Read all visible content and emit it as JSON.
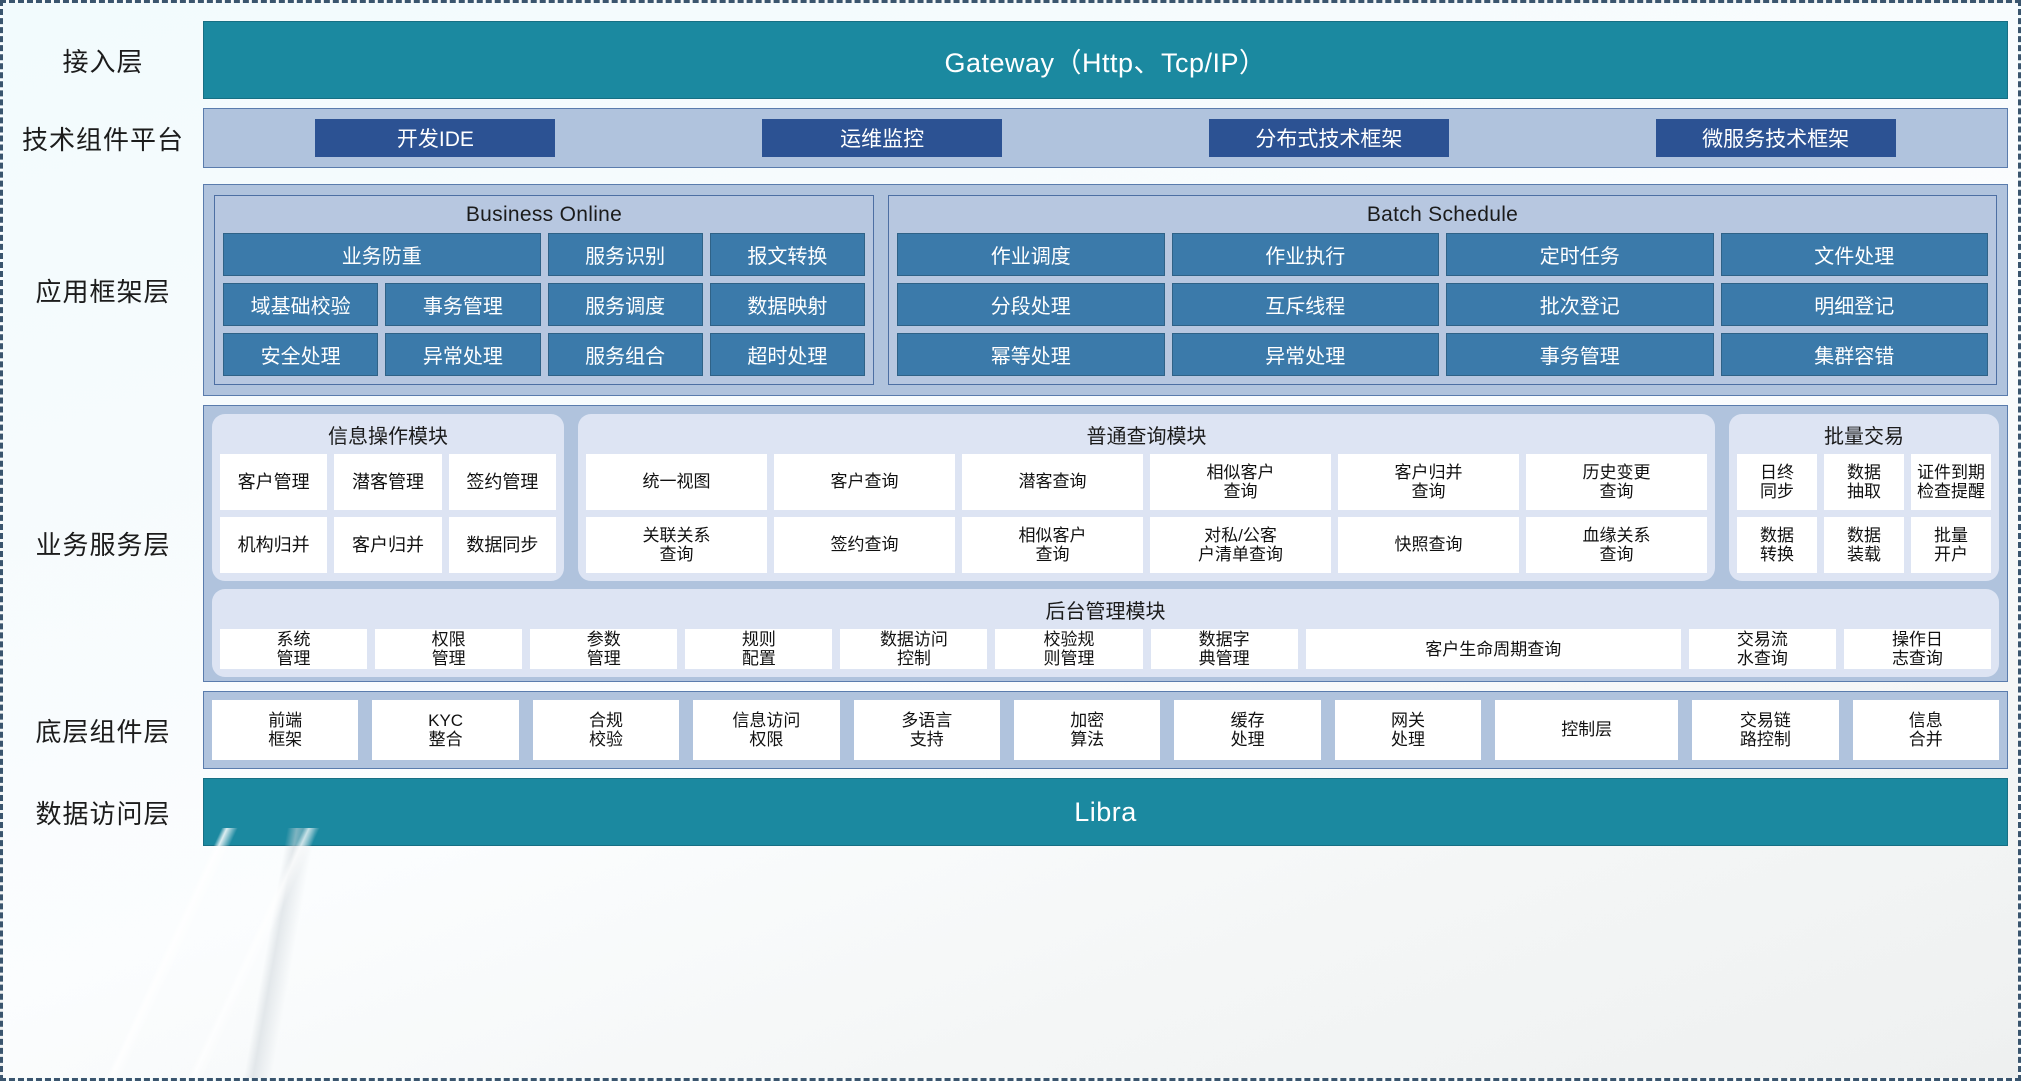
{
  "colors": {
    "teal": "#1b89a0",
    "navy": "#2c5293",
    "band_blue": "#b0c3dd",
    "steel": "#3b7aaa",
    "module_bg": "#dde4f3",
    "box_white": "#ffffff"
  },
  "layers": {
    "access": {
      "label": "接入层",
      "bar": "Gateway（Http、Tcp/IP）"
    },
    "tech_platform": {
      "label": "技术组件平台",
      "items": [
        "开发IDE",
        "运维监控",
        "分布式技术框架",
        "微服务技术框架"
      ]
    },
    "app_framework": {
      "label": "应用框架层",
      "groups": [
        {
          "title": "Business Online",
          "cells": [
            {
              "label": "业务防重",
              "span": 2
            },
            {
              "label": "服务识别",
              "span": 1
            },
            {
              "label": "报文转换",
              "span": 1
            },
            {
              "label": "域基础校验",
              "span": 1
            },
            {
              "label": "事务管理",
              "span": 1
            },
            {
              "label": "服务调度",
              "span": 1
            },
            {
              "label": "数据映射",
              "span": 1
            },
            {
              "label": "安全处理",
              "span": 1
            },
            {
              "label": "异常处理",
              "span": 1
            },
            {
              "label": "服务组合",
              "span": 1
            },
            {
              "label": "超时处理",
              "span": 1
            }
          ]
        },
        {
          "title": "Batch Schedule",
          "cells": [
            {
              "label": "作业调度",
              "span": 1
            },
            {
              "label": "作业执行",
              "span": 1
            },
            {
              "label": "定时任务",
              "span": 1
            },
            {
              "label": "文件处理",
              "span": 1
            },
            {
              "label": "分段处理",
              "span": 1
            },
            {
              "label": "互斥线程",
              "span": 1
            },
            {
              "label": "批次登记",
              "span": 1
            },
            {
              "label": "明细登记",
              "span": 1
            },
            {
              "label": "幂等处理",
              "span": 1
            },
            {
              "label": "异常处理",
              "span": 1
            },
            {
              "label": "事务管理",
              "span": 1
            },
            {
              "label": "集群容错",
              "span": 1
            }
          ]
        }
      ]
    },
    "business_service": {
      "label": "业务服务层",
      "modules": [
        {
          "title": "信息操作模块",
          "items": [
            "客户管理",
            "潜客管理",
            "签约管理",
            "机构归并",
            "客户归并",
            "数据同步"
          ]
        },
        {
          "title": "普通查询模块",
          "items": [
            "统一视图",
            "客户查询",
            "潜客查询",
            "相似客户\n查询",
            "客户归并\n查询",
            "历史变更\n查询",
            "关联关系\n查询",
            "签约查询",
            "相似客户\n查询",
            "对私/公客\n户清单查询",
            "快照查询",
            "血缘关系\n查询"
          ]
        },
        {
          "title": "批量交易",
          "items": [
            "日终\n同步",
            "数据\n抽取",
            "证件到期\n检查提醒",
            "数据\n转换",
            "数据\n装载",
            "批量\n开户"
          ]
        }
      ],
      "admin_module": {
        "title": "后台管理模块",
        "items": [
          "系统\n管理",
          "权限\n管理",
          "参数\n管理",
          "规则\n配置",
          "数据访问\n控制",
          "校验规\n则管理",
          "数据字\n典管理",
          "客户生命周期查询",
          "交易流\n水查询",
          "操作日\n志查询"
        ]
      }
    },
    "bottom_component": {
      "label": "底层组件层",
      "items": [
        "前端\n框架",
        "KYC\n整合",
        "合规\n校验",
        "信息访问\n权限",
        "多语言\n支持",
        "加密\n算法",
        "缓存\n处理",
        "网关\n处理",
        "控制层",
        "交易链\n路控制",
        "信息\n合并"
      ]
    },
    "data_access": {
      "label": "数据访问层",
      "bar": "Libra"
    }
  }
}
